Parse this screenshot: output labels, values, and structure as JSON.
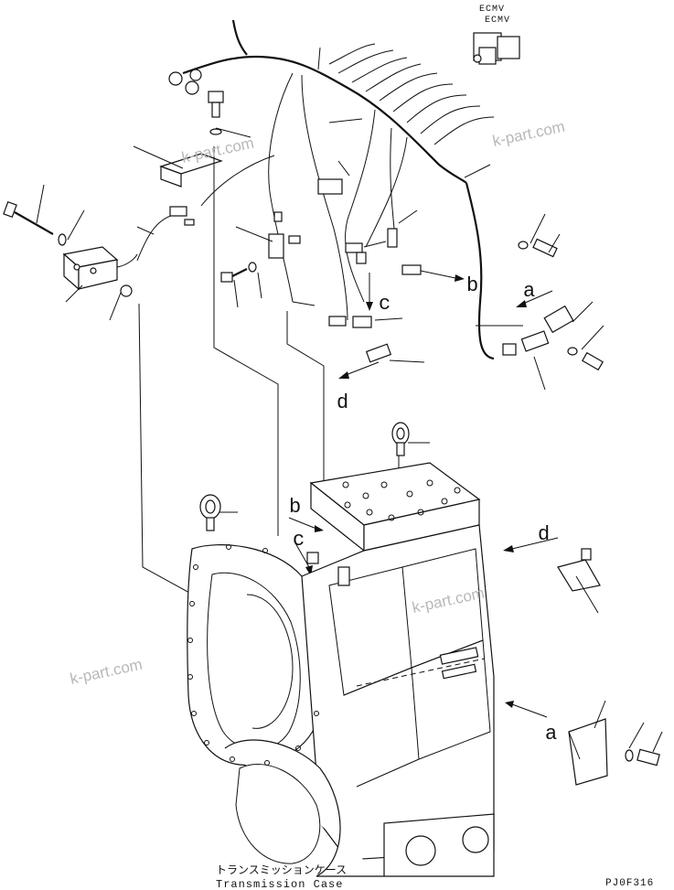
{
  "labels": {
    "ecmv_top": "ECMV",
    "ecmv_bottom": "ECMV",
    "a_upper": "a",
    "b_upper": "b",
    "c_upper": "c",
    "d_upper": "d",
    "a_lower": "a",
    "b_lower": "b",
    "c_lower": "c",
    "d_lower": "d"
  },
  "watermarks": [
    "k-part.com",
    "k-part.com",
    "k-part.com",
    "k-part.com"
  ],
  "caption": {
    "japanese": "トランスミッションケース",
    "english": "Transmission Case"
  },
  "drawing_code": "PJ0F316"
}
